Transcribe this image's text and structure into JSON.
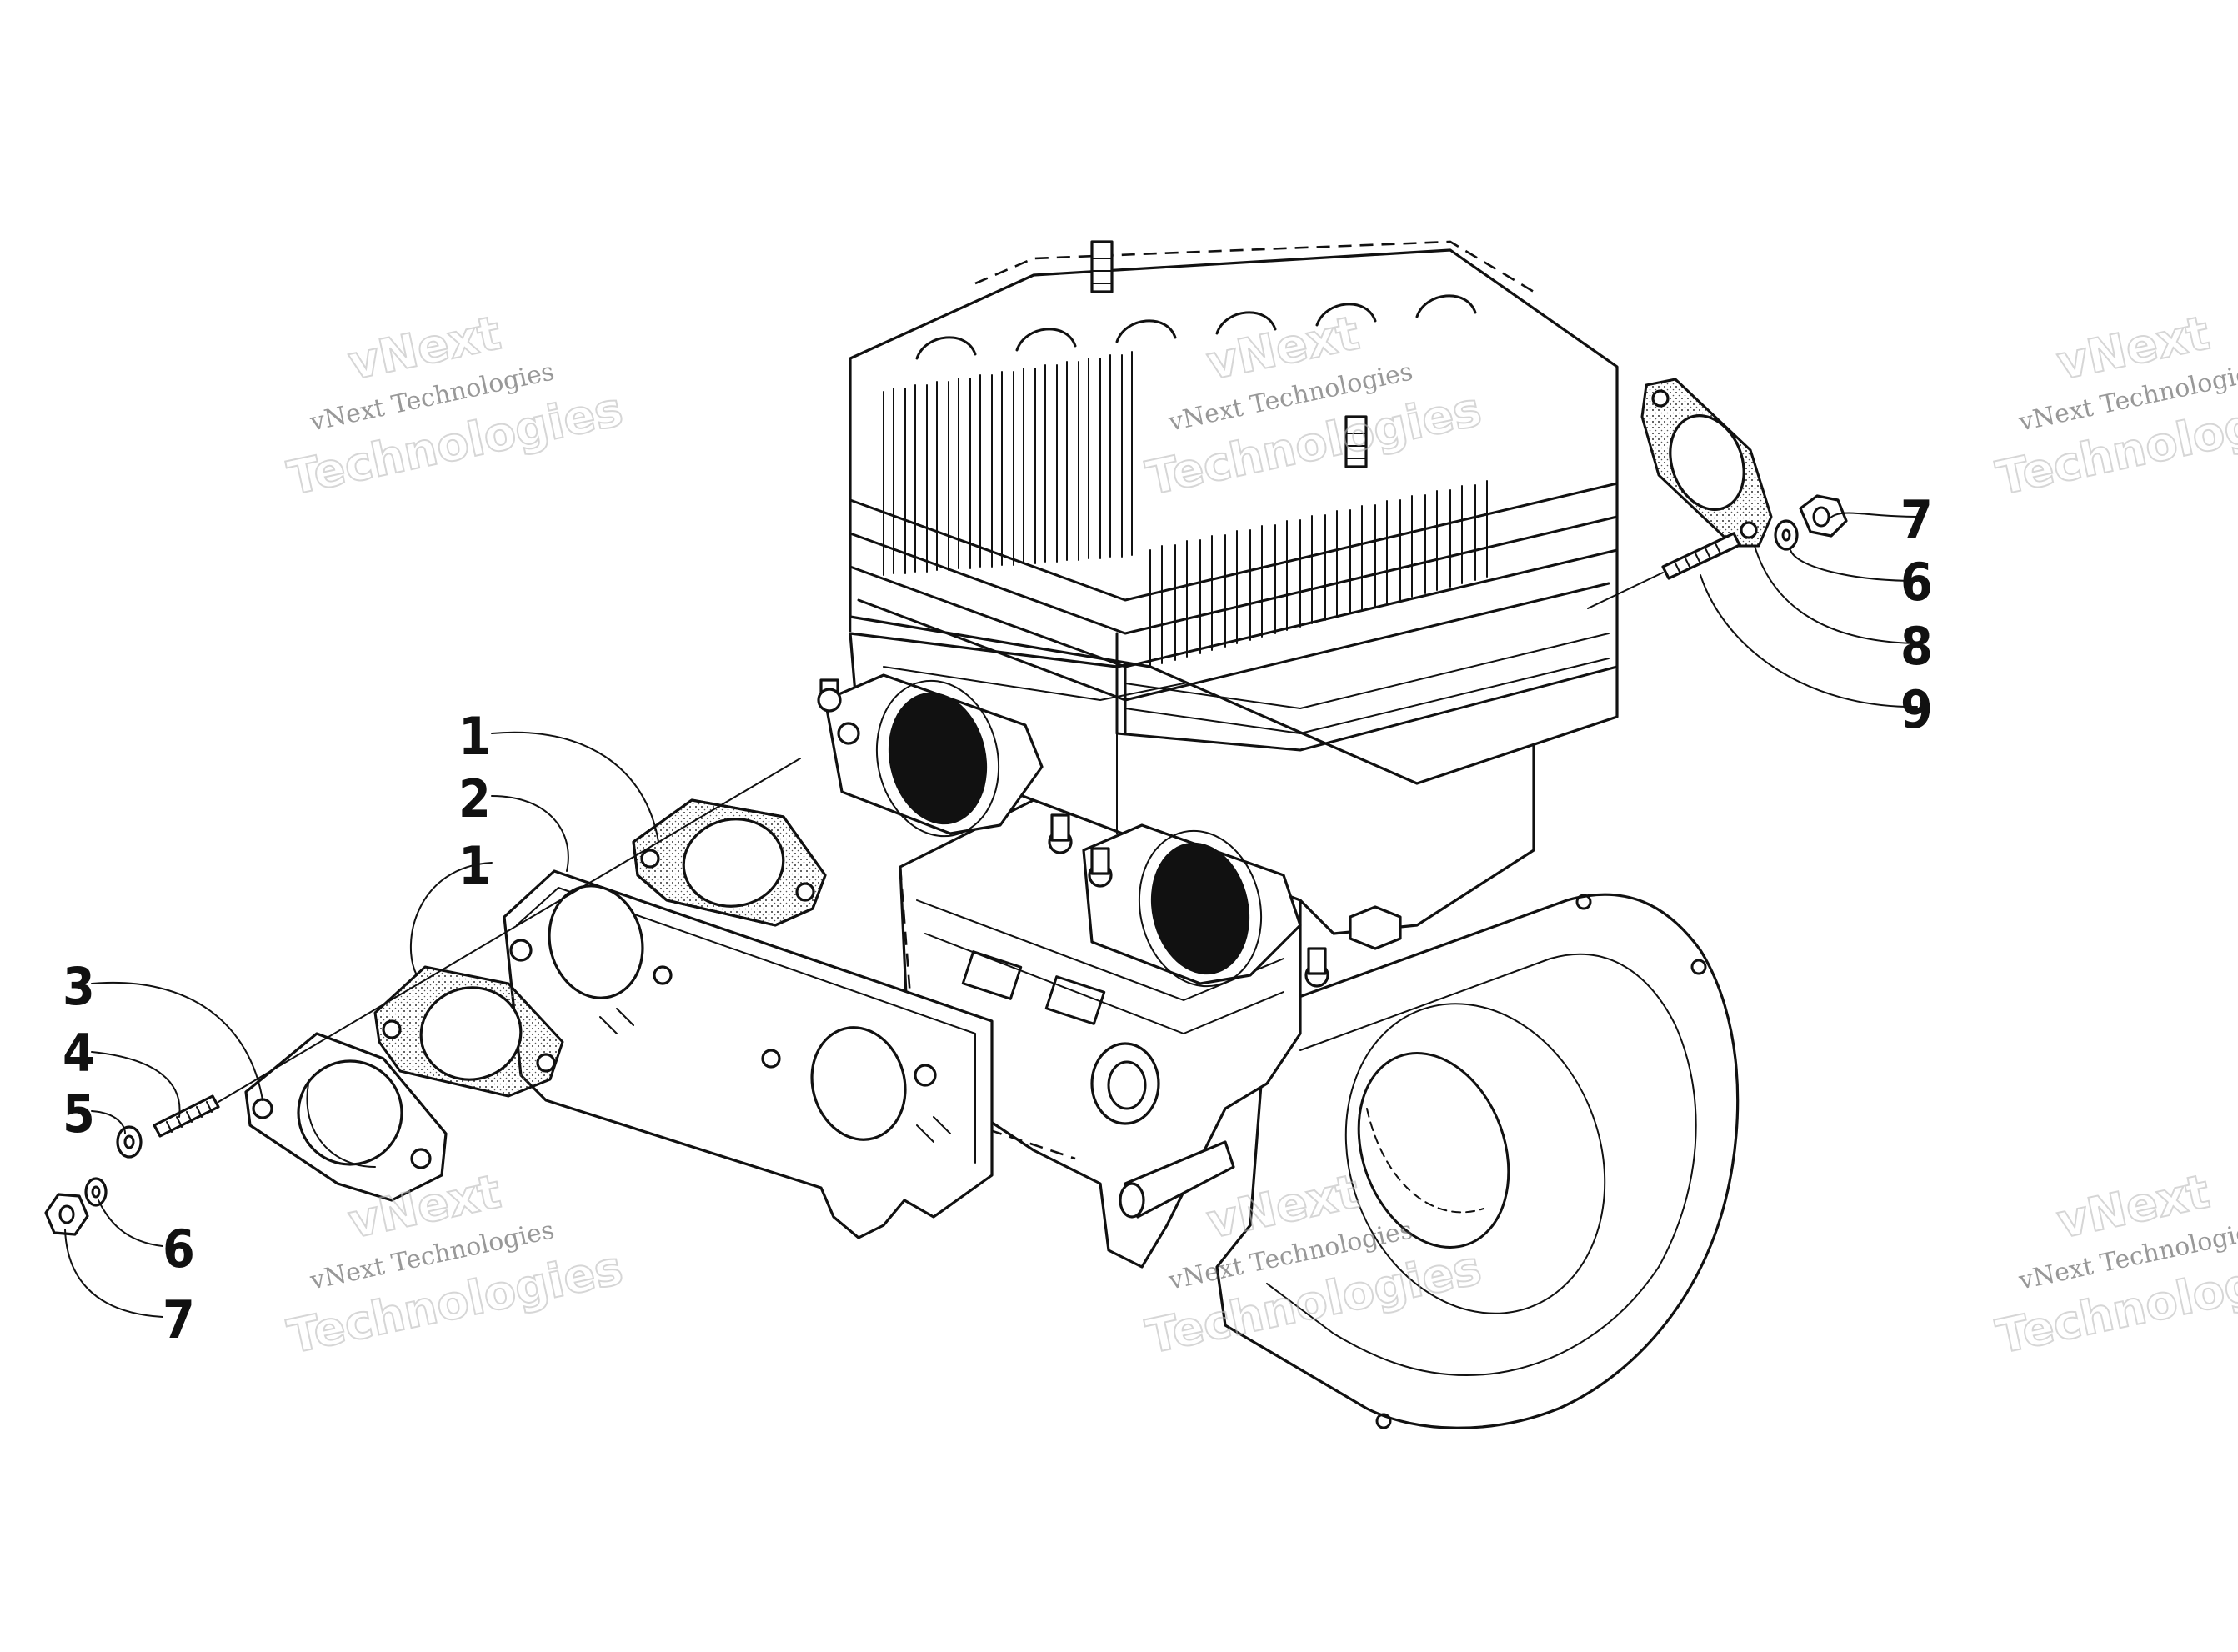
{
  "callouts": [
    "1",
    "2",
    "1",
    "3",
    "4",
    "5",
    "6",
    "7",
    "7",
    "6",
    "8",
    "9"
  ],
  "watermark": {
    "line1": "vNext",
    "line2": "vNext Technologies",
    "line3": "Technologies"
  }
}
